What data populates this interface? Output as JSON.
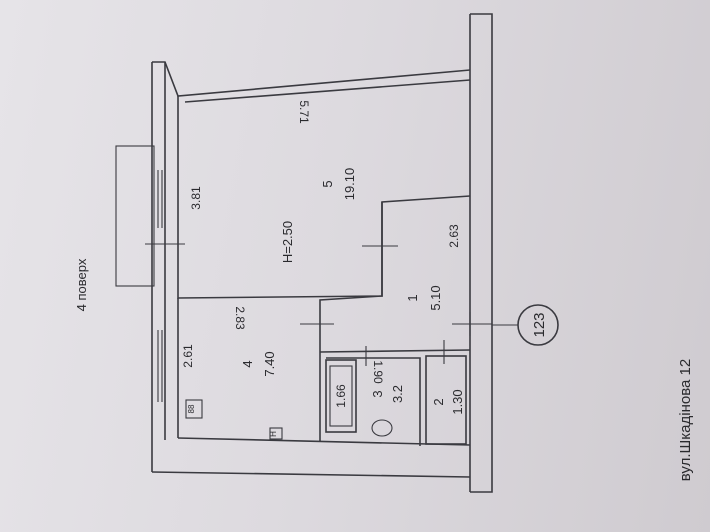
{
  "floor_label": "4 поверх",
  "street_label": "вул.Шкадінова 12",
  "apartment_number": "123",
  "rooms": [
    {
      "number": "1",
      "area": "5.10"
    },
    {
      "number": "2",
      "area": "1.30"
    },
    {
      "number": "3",
      "area": "3.2"
    },
    {
      "number": "4",
      "area": "7.40"
    },
    {
      "number": "5",
      "area": "19.10"
    }
  ],
  "dimensions": {
    "d_571": "5.71",
    "d_381": "3.81",
    "d_263": "2.63",
    "d_283": "2.83",
    "d_261": "2.61",
    "d_190": "1.90",
    "d_166": "1.66"
  },
  "ceiling_height": "H=2.50",
  "stove_symbol": "88",
  "heater_symbol": "H"
}
